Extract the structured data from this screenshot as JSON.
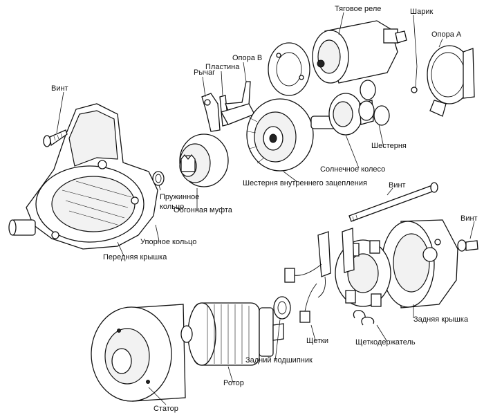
{
  "labels": {
    "solenoid": "Тяговое реле",
    "ball": "Шарик",
    "support_a": "Опора А",
    "support_b": "Опора В",
    "plate": "Пластина",
    "lever": "Рычаг",
    "screw_left": "Винт",
    "gear": "Шестерня",
    "sun_gear": "Солнечное колесо",
    "internal_gear": "Шестерня внутреннего зацепления",
    "screw_long": "Винт",
    "screw_right": "Винт",
    "spring_ring_1": "Пружинное",
    "spring_ring_2": "кольцо",
    "overrunning_clutch": "Обгонная муфта",
    "stop_ring": "Упорное кольцо",
    "front_cover": "Передняя крышка",
    "rear_cover": "Задняя крышка",
    "brushes": "Щетки",
    "brush_holder": "Щеткодержатель",
    "rear_bearing": "Задний подшипник",
    "rotor": "Ротор",
    "stator": "Статор"
  }
}
